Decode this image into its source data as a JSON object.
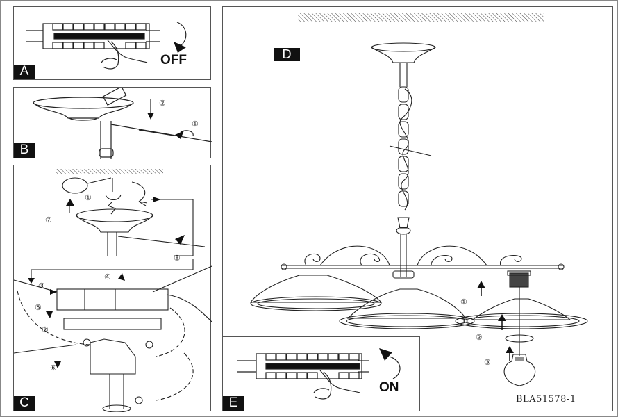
{
  "panels": {
    "A": {
      "label": "A",
      "action_text": "OFF",
      "description": "Switch off circuit breaker"
    },
    "B": {
      "label": "B",
      "steps": [
        "1",
        "2"
      ]
    },
    "C": {
      "label": "C",
      "steps": [
        "1",
        "2",
        "3",
        "4",
        "5",
        "6",
        "7",
        "8"
      ]
    },
    "D": {
      "label": "D",
      "steps": [
        "1",
        "2",
        "3"
      ]
    },
    "E": {
      "label": "E",
      "action_text": "ON",
      "description": "Switch on circuit breaker"
    }
  },
  "step_markers": {
    "B": {
      "s1": "①",
      "s2": "②"
    },
    "C": {
      "s1": "①",
      "s2": "②",
      "s3": "③",
      "s4": "④",
      "s5": "⑤",
      "s6": "⑥",
      "s7": "⑦",
      "s8": "⑧"
    },
    "D": {
      "s1": "①",
      "s2": "②",
      "s3": "③"
    }
  },
  "model_code": "BLA51578-1",
  "colors": {
    "line": "#222222",
    "label_bg": "#111111",
    "label_fg": "#ffffff",
    "frame": "#555555"
  }
}
